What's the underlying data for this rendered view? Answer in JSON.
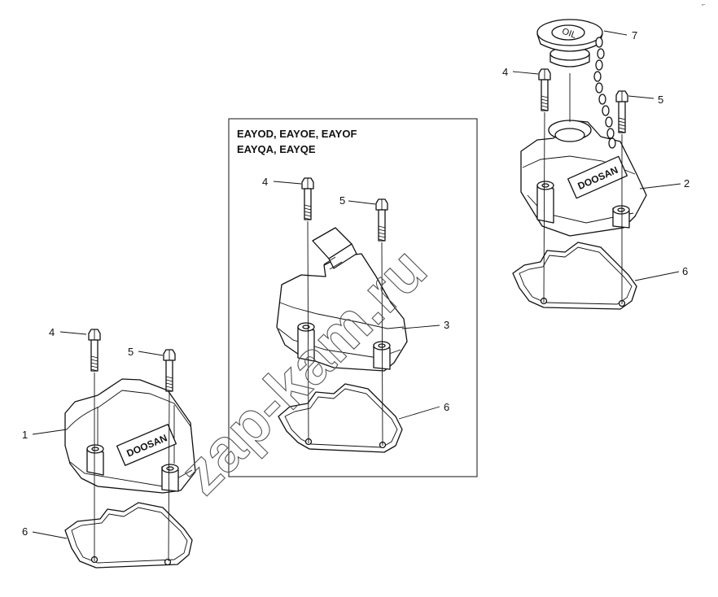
{
  "figure": {
    "inset_title": [
      "EAYOD, EAYOE, EAYOF",
      "EAYQA, EAYQE"
    ],
    "logo_text": "DOOSAN",
    "cap_text": "OIL",
    "watermark": "zap-kam.ru",
    "corner_mark": "ᵃ⁼"
  },
  "callouts": {
    "left": {
      "bolt_4": "4",
      "bolt_5": "5",
      "cover_1": "1",
      "gasket_6": "6"
    },
    "center": {
      "bolt_4": "4",
      "bolt_5": "5",
      "cover_3": "3",
      "gasket_6": "6"
    },
    "right": {
      "bolt_4": "4",
      "bolt_5": "5",
      "cap_7": "7",
      "cover_2": "2",
      "gasket_6": "6"
    }
  }
}
